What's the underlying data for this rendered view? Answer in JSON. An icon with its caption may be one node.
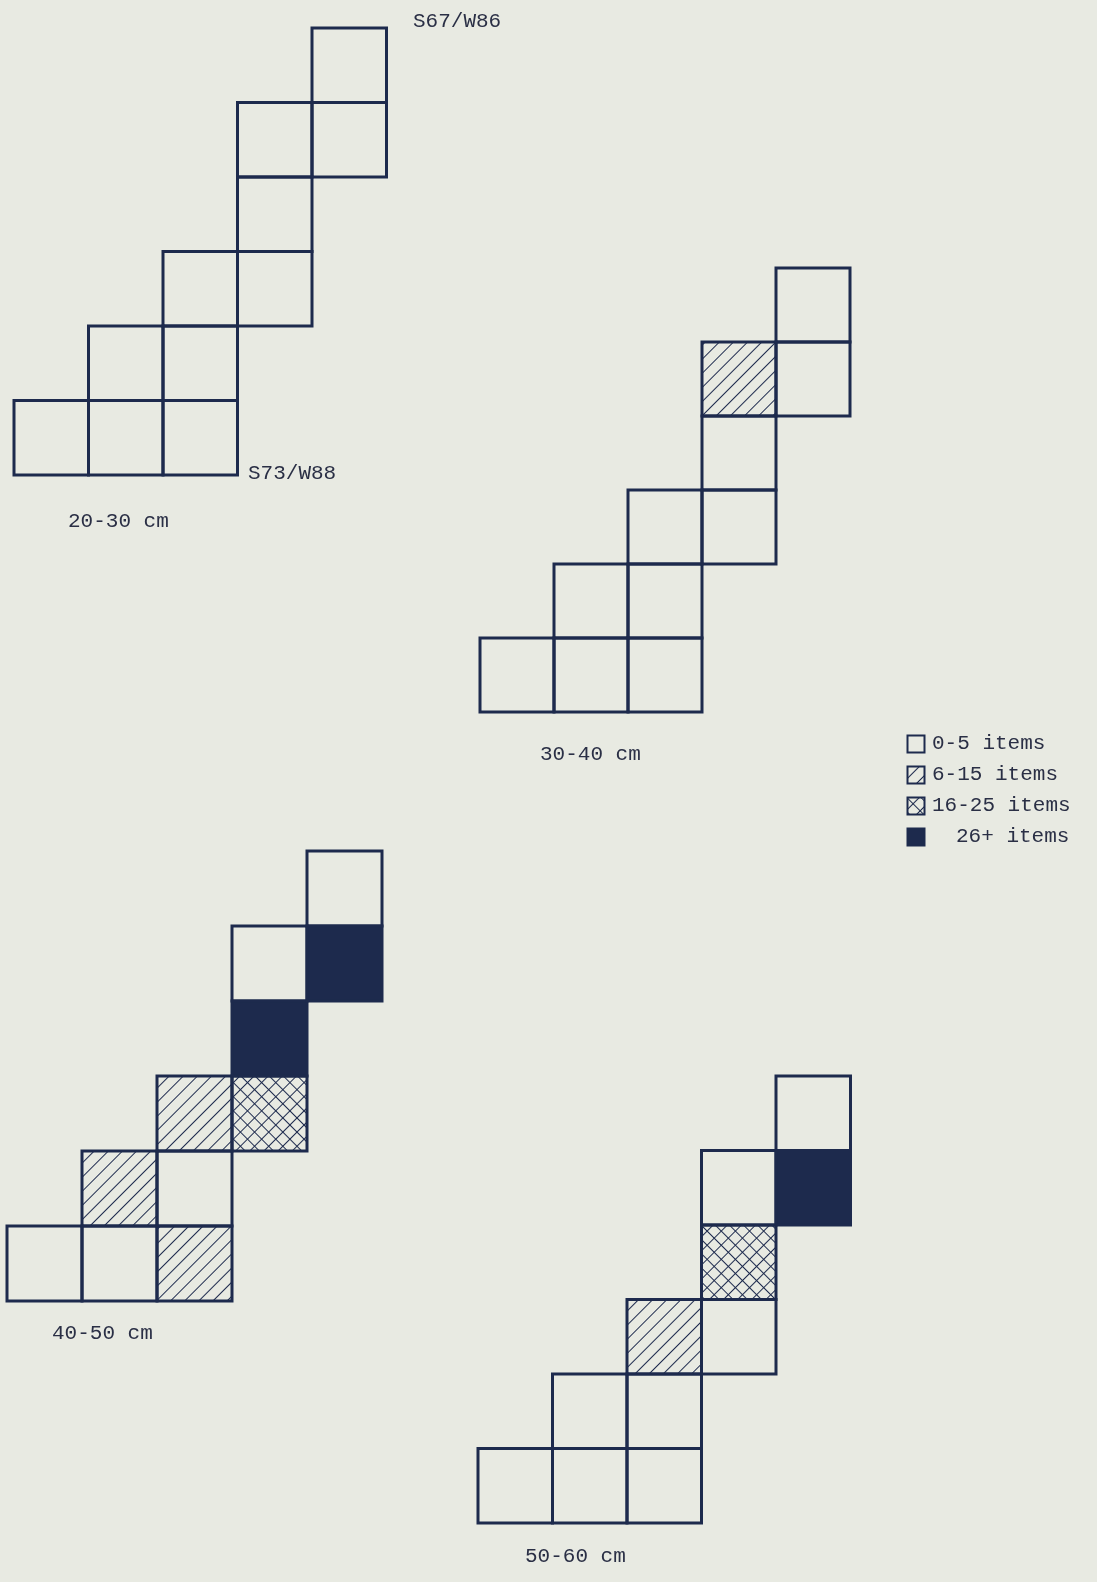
{
  "diagram": {
    "labels": [
      "S67/W86",
      "S73/W88",
      "20-30 cm",
      "30-40 cm",
      "40-50 cm",
      "50-60 cm"
    ],
    "legend": [
      {
        "text": "0-5 items"
      },
      {
        "text": "6-15 items"
      },
      {
        "text": "16-25 items"
      },
      {
        "text": "26+ items",
        "color": "#1d2a4d"
      }
    ]
  }
}
